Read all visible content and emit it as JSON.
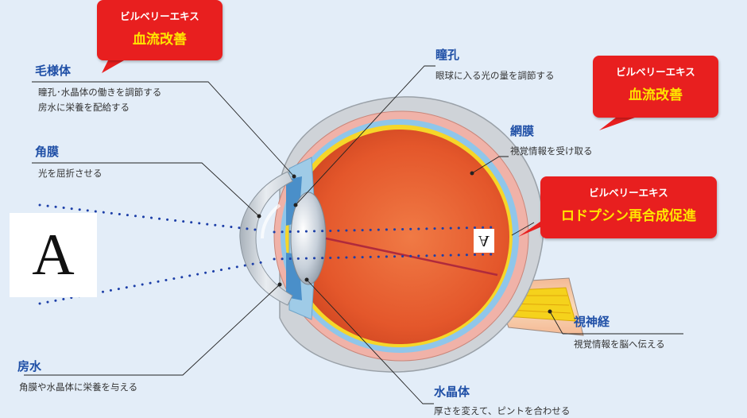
{
  "labels": {
    "ciliary": {
      "title": "毛様体",
      "desc1": "瞳孔･水晶体の働きを調節する",
      "desc2": "房水に栄養を配給する"
    },
    "cornea": {
      "title": "角膜",
      "desc": "光を屈折させる"
    },
    "aqueous": {
      "title": "房水",
      "desc": "角膜や水晶体に栄養を与える"
    },
    "pupil": {
      "title": "瞳孔",
      "desc": "眼球に入る光の量を調節する"
    },
    "retina": {
      "title": "網膜",
      "desc": "視覚情報を受け取る"
    },
    "optic_nerve": {
      "title": "視神経",
      "desc": "視覚情報を脳へ伝える"
    },
    "lens": {
      "title": "水晶体",
      "desc": "厚さを変えて、ピントを合わせる"
    }
  },
  "callouts": {
    "top_left": {
      "top": "ビルベリーエキス",
      "main": "血流改善"
    },
    "top_right": {
      "top": "ビルベリーエキス",
      "main": "血流改善"
    },
    "middle_right": {
      "top": "ビルベリーエキス",
      "main": "ロドプシン再合成促進"
    }
  },
  "object_letter": "A",
  "retina_letter": "A",
  "colors": {
    "label_blue": "#1f4fa6",
    "callout_red": "#e81f1f",
    "callout_yellow": "#ffe600",
    "eye_interior": "#e8592b",
    "background": "#e3edf8"
  }
}
